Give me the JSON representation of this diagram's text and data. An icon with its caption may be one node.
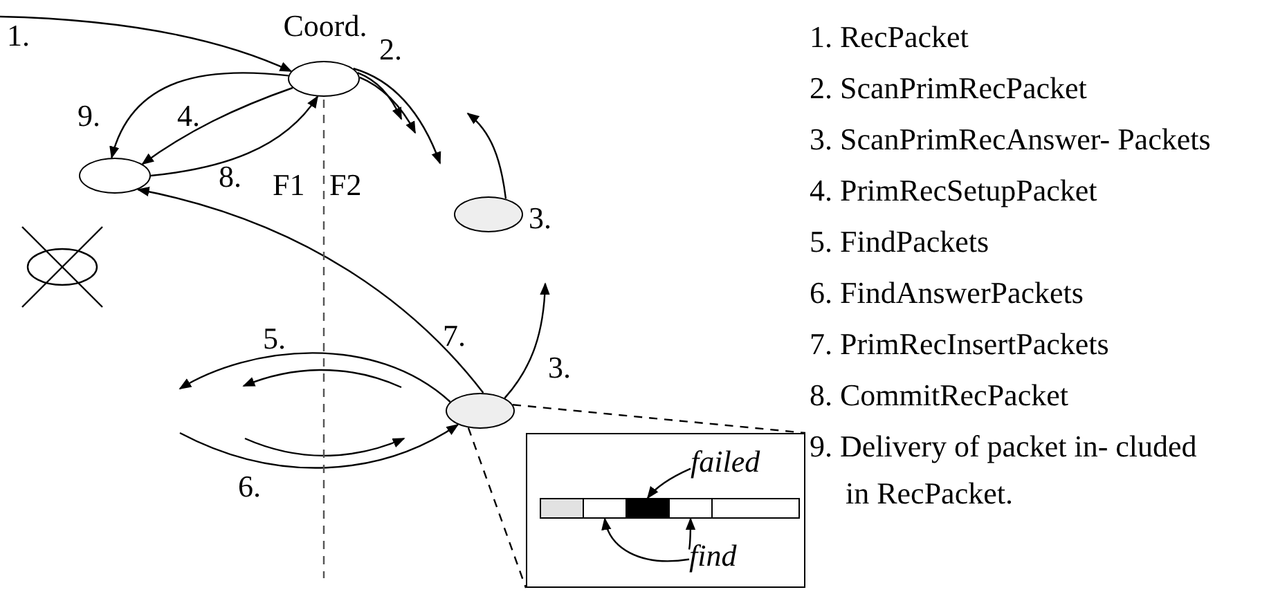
{
  "diagram": {
    "nodes": [
      {
        "text": [
          "Coord."
        ]
      },
      {
        "text": [],
        "shape": "ellipse"
      },
      {
        "text": [],
        "shape": "ellipse"
      },
      {
        "text": [],
        "shape": "ellipse"
      },
      {
        "text": [],
        "shape": "ellipse"
      },
      {
        "text": [],
        "shape": "box"
      },
      {
        "text": [],
        "shape": "bar",
        "in": 5
      },
      {
        "text": [],
        "shape": "bar",
        "in": 5
      },
      {
        "text": [],
        "shape": "bar",
        "in": 5
      },
      {
        "text": [],
        "shape": "bar",
        "in": 5
      },
      {
        "text": [],
        "shape": "bar",
        "in": 5
      },
      {
        "text": [
          "failed"
        ],
        "in": 5
      },
      {
        "text": [
          "find"
        ],
        "in": 5
      }
    ],
    "edges": [
      {
        "from": null,
        "to": 0,
        "arrow": "to",
        "label": "1."
      },
      {
        "from": 0,
        "to": null,
        "arrow": "to",
        "label": "2."
      },
      {
        "from": 0,
        "to": null,
        "arrow": "to"
      },
      {
        "from": 0,
        "to": null,
        "arrow": "to"
      },
      {
        "from": 2,
        "to": null,
        "arrow": "to",
        "label": "3."
      },
      {
        "from": 0,
        "to": 1,
        "arrow": "to",
        "label": "4."
      },
      {
        "from": 0,
        "to": 1,
        "arrow": "to",
        "label": "9."
      },
      {
        "from": 1,
        "to": 0,
        "arrow": "to",
        "label": "8."
      },
      {
        "from": 4,
        "to": 1,
        "arrow": "to",
        "label": "7."
      },
      {
        "from": 4,
        "to": null,
        "arrow": "to",
        "label": "3."
      },
      {
        "from": 4,
        "to": null,
        "arrow": "to",
        "label": "5."
      },
      {
        "from": null,
        "to": 4,
        "arrow": "to",
        "label": "6."
      },
      {
        "from": 4,
        "to": 5,
        "arrow": "none",
        "style": "dashed"
      },
      {
        "from": 4,
        "to": 5,
        "arrow": "none",
        "style": "dashed"
      },
      {
        "from": 11,
        "to": 8,
        "arrow": "to"
      },
      {
        "from": 12,
        "to": 7,
        "arrow": "to"
      },
      {
        "from": 12,
        "to": 9,
        "arrow": "to"
      }
    ],
    "labels": [
      "F1",
      "F2",
      "1. RecPacket",
      "2. ScanPrimRecPacket",
      "3. ScanPrimRecAnswer- Packets",
      "4. PrimRecSetupPacket",
      "5. FindPackets",
      "6. FindAnswerPackets",
      "7. PrimRecInsertPackets",
      "8. CommitRecPacket",
      "9. Delivery of packet in- cluded in RecPacket."
    ]
  }
}
